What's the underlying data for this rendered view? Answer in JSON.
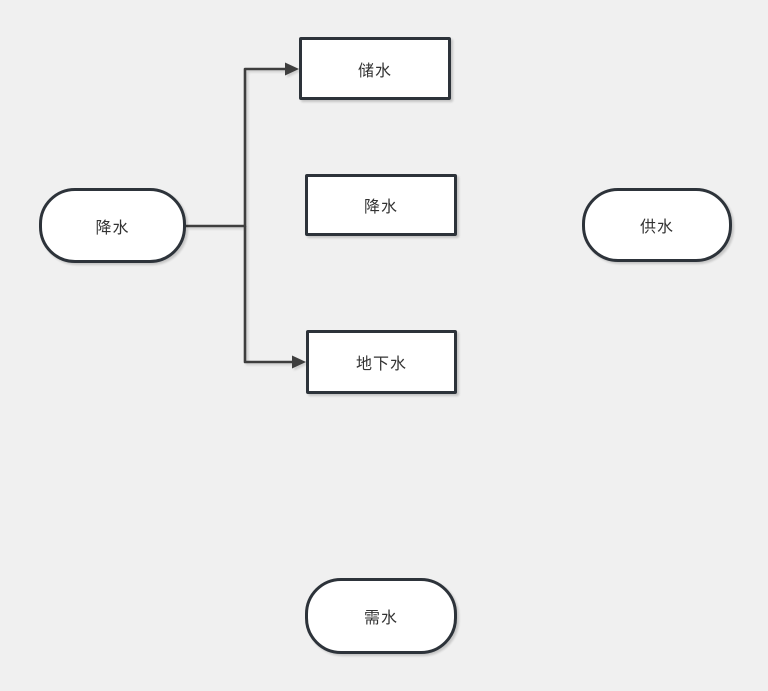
{
  "diagram": {
    "nodes": [
      {
        "label": "降水",
        "shape": "stadium"
      },
      {
        "label": "储水",
        "shape": "rectangle"
      },
      {
        "label": "降水",
        "shape": "rectangle"
      },
      {
        "label": "地下水",
        "shape": "rectangle"
      },
      {
        "label": "供水",
        "shape": "stadium"
      },
      {
        "label": "需水",
        "shape": "stadium"
      }
    ],
    "edges": [
      {
        "from": "降水",
        "to": "储水",
        "style": "orthogonal",
        "arrowhead": "filled-triangle"
      },
      {
        "from": "降水",
        "to": "地下水",
        "style": "orthogonal",
        "arrowhead": "filled-triangle"
      }
    ],
    "colors": {
      "canvas_background": "#f0f0f0",
      "node_fill": "#ffffff",
      "node_stroke": "#2d333a",
      "edge_stroke": "#3e3e3e",
      "text": "#333333"
    }
  }
}
